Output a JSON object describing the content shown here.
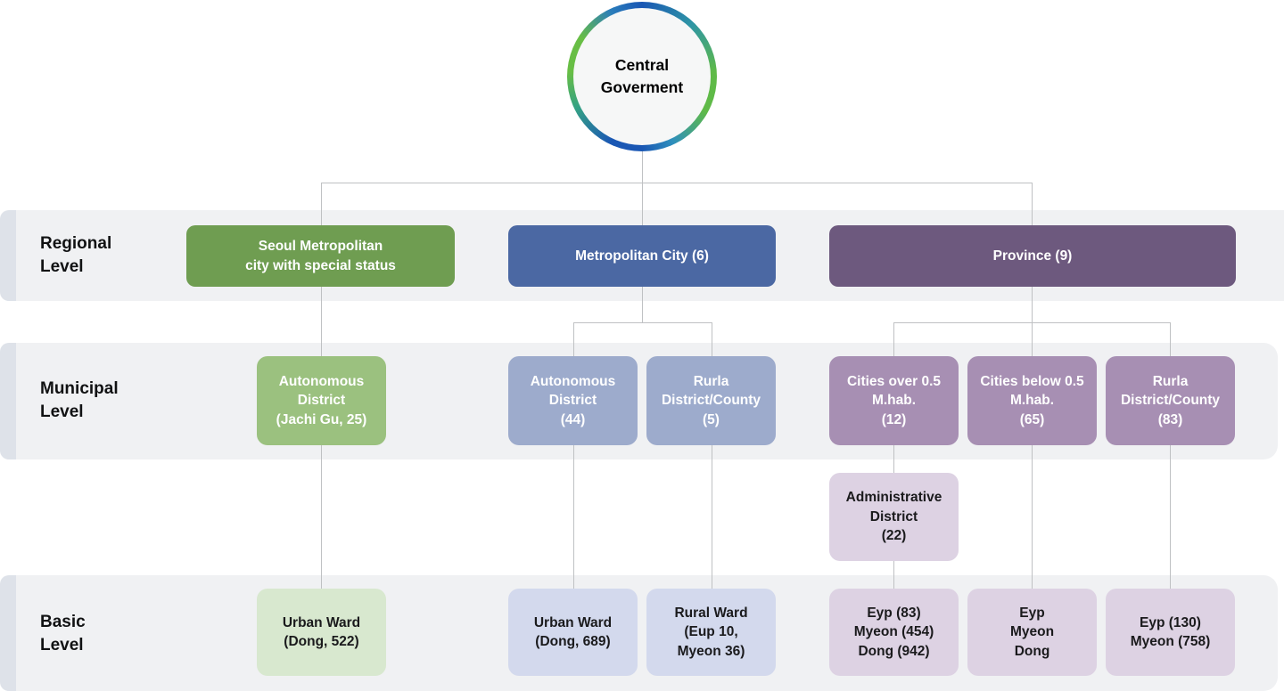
{
  "palette": {
    "ring_blue": "#1a57b4",
    "ring_green": "#5fba48",
    "seoul_green": "#6f9d51",
    "metropolitan_blue": "#4b68a3",
    "province_purple": "#6d597e",
    "municipal_green": "#9bc17f",
    "municipal_blue": "#9dabcc",
    "municipal_purple": "#a78fb3",
    "basic_green": "#d8e8cf",
    "basic_blue": "#d3d9ed",
    "basic_purple": "#ddd2e3",
    "band_background": "#f0f1f3",
    "band_tab": "#dee2e9",
    "connector_line": "#bfc1c3"
  },
  "central": {
    "label": "Central\nGoverment"
  },
  "levels": {
    "regional": {
      "label": "Regional\nLevel"
    },
    "municipal": {
      "label": "Municipal\nLevel"
    },
    "basic": {
      "label": "Basic\nLevel"
    }
  },
  "nodes": {
    "seoul": {
      "label": "Seoul Metropolitan\ncity with special status"
    },
    "metropolitan_city": {
      "label": "Metropolitan City (6)"
    },
    "province": {
      "label": "Province (9)"
    },
    "autonomous_district_jachi": {
      "label": "Autonomous\nDistrict\n(Jachi Gu, 25)"
    },
    "autonomous_district_44": {
      "label": "Autonomous\nDistrict\n(44)"
    },
    "rural_district_county_5": {
      "label": "Rurla\nDistrict/County\n(5)"
    },
    "cities_over_05": {
      "label": "Cities over 0.5\nM.hab.\n(12)"
    },
    "cities_below_05": {
      "label": "Cities below 0.5\nM.hab.\n(65)"
    },
    "rural_district_county_83": {
      "label": "Rurla\nDistrict/County\n(83)"
    },
    "administrative_district": {
      "label": "Administrative\nDistrict\n(22)"
    },
    "urban_ward_522": {
      "label": "Urban Ward\n(Dong, 522)"
    },
    "urban_ward_689": {
      "label": "Urban Ward\n(Dong, 689)"
    },
    "rural_ward": {
      "label": "Rural Ward\n(Eup 10,\nMyeon 36)"
    },
    "eup_myeon_dong_counts": {
      "label": "Eyp (83)\nMyeon (454)\nDong (942)"
    },
    "eup_myeon_dong": {
      "label": "Eyp\nMyeon\nDong"
    },
    "eup_myeon_counts": {
      "label": "Eyp (130)\nMyeon (758)"
    }
  }
}
